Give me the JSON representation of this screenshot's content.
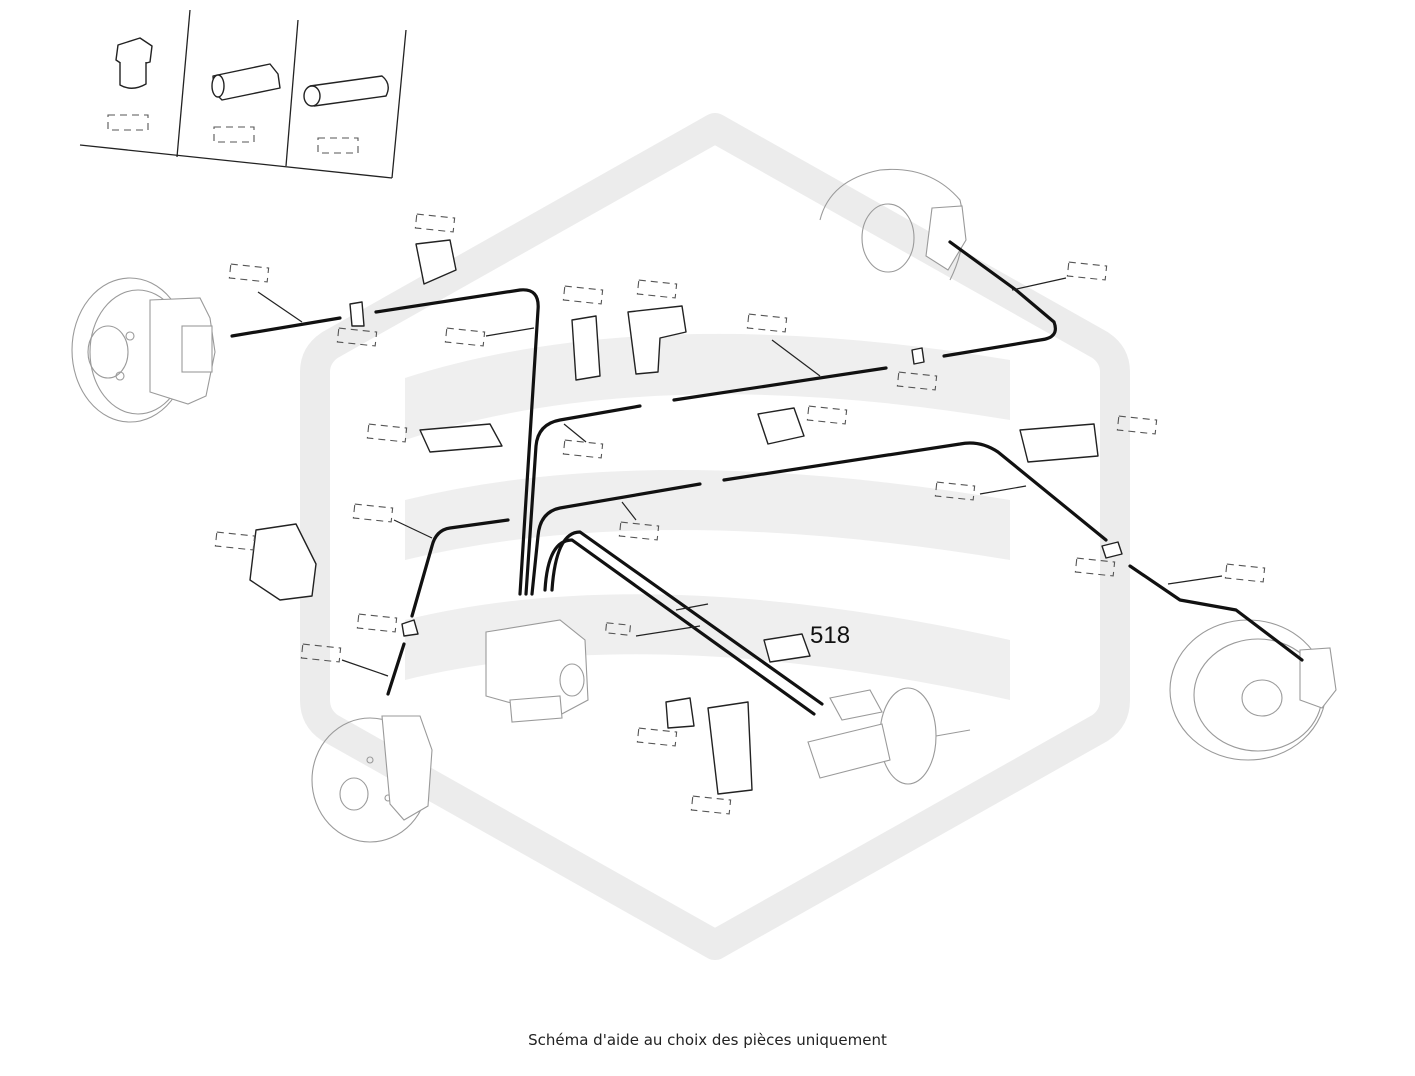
{
  "diagram": {
    "caption": "Schéma d'aide au choix des pièces uniquement",
    "part_number_label": "518",
    "icons": [
      "watermark-logo",
      "brake-disc",
      "brake-caliper",
      "abs-unit",
      "brake-booster",
      "master-cylinder",
      "pipe-clip",
      "union-nut",
      "pipe-connector",
      "sleeve"
    ],
    "colors": {
      "line": "#111111",
      "faint": "#9a9a9a",
      "watermark": "#ececec"
    }
  }
}
